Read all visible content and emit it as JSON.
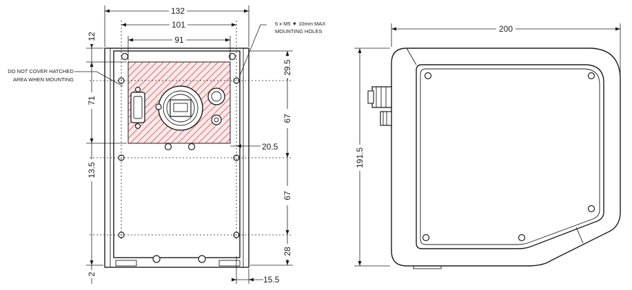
{
  "dimensions": {
    "width_overall": "132",
    "width_hole_pitch": "101",
    "width_hatched": "91",
    "top_margin": "12",
    "hole_top_offset": "29.5",
    "hatch_height": "71",
    "pitch_upper": "67",
    "hatch_side_offset": "20.5",
    "lower_gap": "13.5",
    "pitch_lower": "67",
    "bottom_offset": "28",
    "base_offset": "2",
    "side_offset": "15.5",
    "depth": "200",
    "height": "191.5"
  },
  "notes": {
    "mounting_holes_line1": "6 x M5 ▼ 10mm MAX",
    "mounting_holes_line2": "MOUNTING HOLES",
    "hatched_warning_line1": "DO NOT COVER HATCHED",
    "hatched_warning_line2": "AREA WHEN MOUNTING"
  },
  "colors": {
    "hatch": "#d96a6a",
    "line": "#1a1a1a"
  }
}
